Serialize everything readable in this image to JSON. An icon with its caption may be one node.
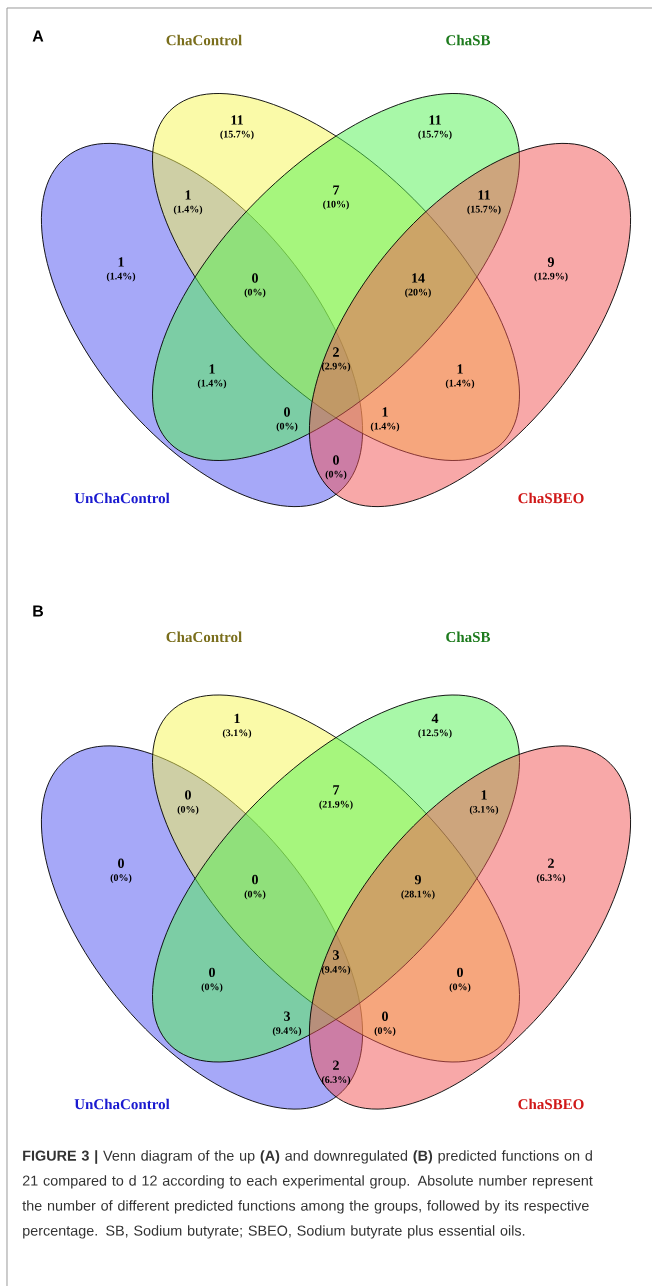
{
  "diagram": {
    "caption": "**FIGURE 3 |** Venn diagram of the up **(A)** and downregulated **(B)** predicted functions on d 21 compared to d 12 according to each experimental group. Absolute number represent the number of different predicted functions among the groups, followed by its respective percentage. SB, Sodium butyrate; SBEO, Sodium butyrate plus essential oils.",
    "nodes": [
      {
        "text": [
          "ChaControl"
        ]
      },
      {
        "text": [
          "ChaSB"
        ]
      },
      {
        "text": [
          "UnChaControl"
        ]
      },
      {
        "text": [
          "ChaSBEO"
        ]
      },
      {
        "text": [
          "ChaControl"
        ]
      },
      {
        "text": [
          "ChaSB"
        ]
      },
      {
        "text": [
          "UnChaControl"
        ]
      },
      {
        "text": [
          "ChaSBEO"
        ]
      }
    ],
    "labels": [
      "A",
      "11",
      "(15.7%)",
      "11",
      "(15.7%)",
      "1",
      "(1.4%)",
      "7",
      "(10%)",
      "11",
      "(15.7%)",
      "1",
      "(1.4%)",
      "0",
      "(0%)",
      "14",
      "(20%)",
      "9",
      "(12.9%)",
      "1",
      "(1.4%)",
      "2",
      "(2.9%)",
      "1",
      "(1.4%)",
      "0",
      "(0%)",
      "1",
      "(1.4%)",
      "0",
      "(0%)",
      "B",
      "1",
      "(3.1%)",
      "4",
      "(12.5%)",
      "0",
      "(0%)",
      "7",
      "(21.9%)",
      "1",
      "(3.1%)",
      "0",
      "(0%)",
      "0",
      "(0%)",
      "9",
      "(28.1%)",
      "2",
      "(6.3%)",
      "0",
      "(0%)",
      "3",
      "(9.4%)",
      "0",
      "(0%)",
      "3",
      "(9.4%)",
      "0",
      "(0%)",
      "2",
      "(6.3%)"
    ]
  }
}
